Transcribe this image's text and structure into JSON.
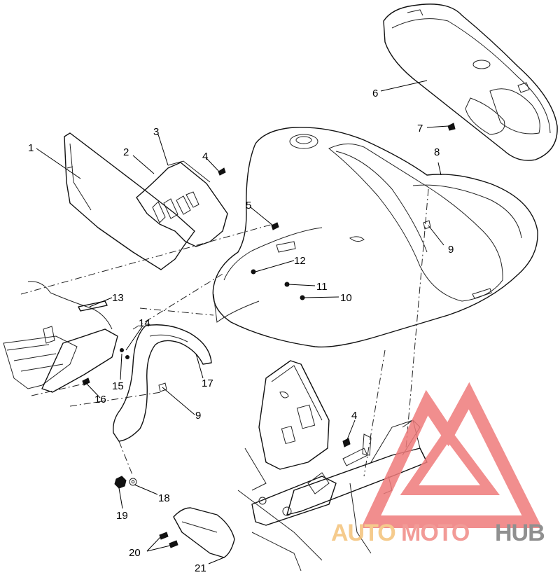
{
  "callouts": {
    "c1": "1",
    "c2": "2",
    "c3": "3",
    "c4a": "4",
    "c5": "5",
    "c6": "6",
    "c7": "7",
    "c8": "8",
    "c9a": "9",
    "c10": "10",
    "c11": "11",
    "c12": "12",
    "c13": "13",
    "c14": "14",
    "c15": "15",
    "c16": "16",
    "c17": "17",
    "c9b": "9",
    "c4b": "4",
    "c18": "18",
    "c19": "19",
    "c20": "20",
    "c21": "21"
  },
  "watermark": {
    "part1": "AUTO",
    "part2": "MOTO",
    "part3": "HUB",
    "colors": {
      "auto": "#f4c27a",
      "moto": "#f08a86",
      "hub": "#7d7d7d",
      "triangle": "#ef7b7b"
    }
  }
}
